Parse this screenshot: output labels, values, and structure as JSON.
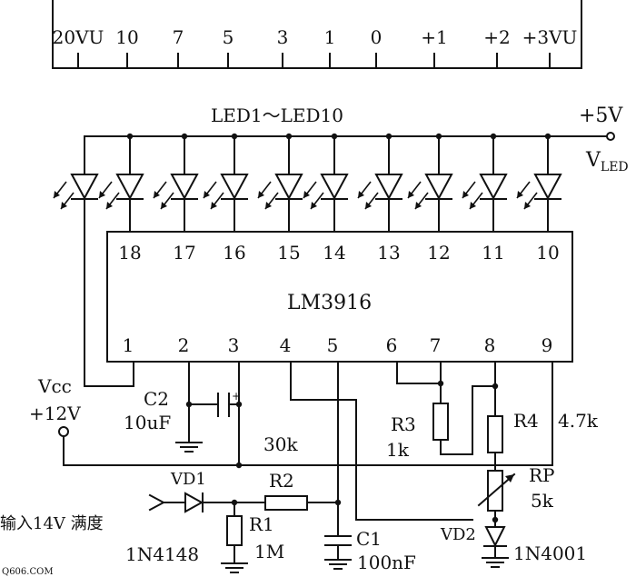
{
  "scale": {
    "ticks": [
      "20VU",
      "10",
      "7",
      "5",
      "3",
      "1",
      "0",
      "+1",
      "+2",
      "+3VU"
    ]
  },
  "led_bank": {
    "label": "LED1～LED10"
  },
  "ic": {
    "name": "LM3916",
    "top_pins": [
      "18",
      "17",
      "16",
      "15",
      "14",
      "13",
      "12",
      "11",
      "10"
    ],
    "bottom_pins": [
      "1",
      "2",
      "3",
      "4",
      "5",
      "6",
      "7",
      "8",
      "9"
    ]
  },
  "supply_led": {
    "voltage": "+5V",
    "name": "VLED"
  },
  "supply_vcc": {
    "name": "Vcc",
    "voltage": "+12V"
  },
  "components": {
    "c2": {
      "ref": "C2",
      "value": "10uF"
    },
    "r_30k": {
      "value": "30k"
    },
    "r3": {
      "ref": "R3",
      "value": "1k"
    },
    "r4": {
      "ref": "R4",
      "value": "4.7k"
    },
    "rp": {
      "ref": "RP",
      "value": "5k"
    },
    "vd1": {
      "ref": "VD1",
      "part": "1N4148"
    },
    "r2": {
      "ref": "R2"
    },
    "r1": {
      "ref": "R1",
      "value": "1M"
    },
    "c1": {
      "ref": "C1",
      "value": "100nF"
    },
    "vd2": {
      "ref": "VD2",
      "part": "1N4001"
    }
  },
  "input": {
    "label": "输入14V 满度"
  },
  "watermark": {
    "text": "Q606.COM"
  }
}
